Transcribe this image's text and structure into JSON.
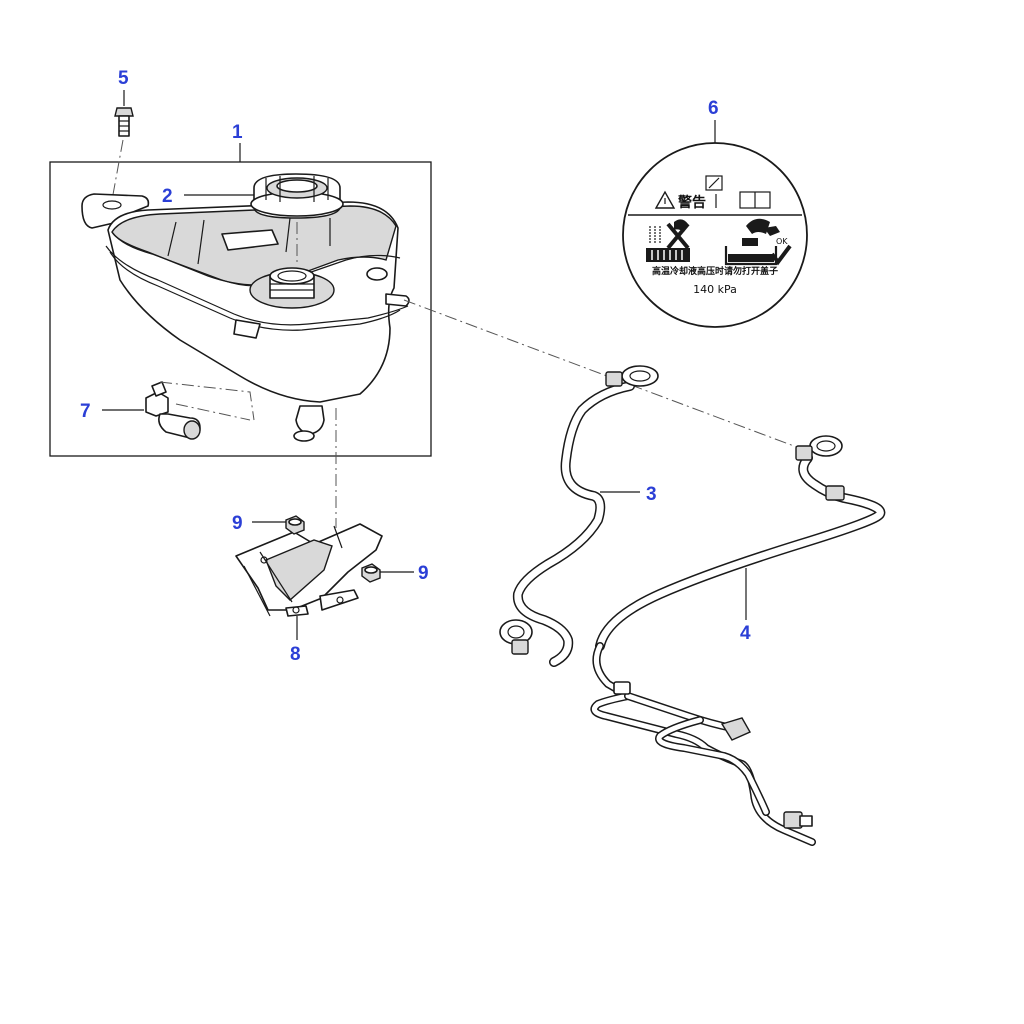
{
  "callouts": {
    "c1": "1",
    "c2": "2",
    "c3": "3",
    "c4": "4",
    "c5": "5",
    "c6": "6",
    "c7": "7",
    "c8": "8",
    "c9a": "9",
    "c9b": "9"
  },
  "warning_label": {
    "heading": "警告",
    "caption": "高温冷却液高压时请勿打开盖子",
    "ok_text": "OK",
    "pressure": "140 kPa"
  },
  "colors": {
    "callout": "#2b3fd6",
    "line": "#1a1a1a"
  }
}
